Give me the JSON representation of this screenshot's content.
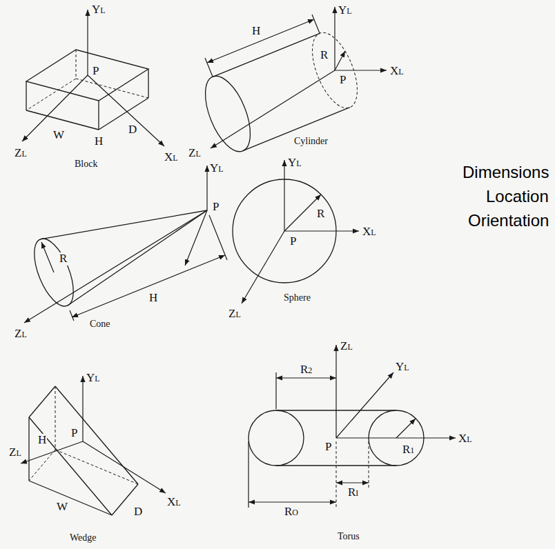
{
  "diagram": {
    "labels": [
      "YL",
      "P",
      "ZL",
      "XL",
      "W",
      "H",
      "D",
      "Block",
      "YL",
      "H",
      "R",
      "XL",
      "P",
      "ZL",
      "Cylinder",
      "Dimensions",
      "Location",
      "Orientation",
      "YL",
      "P",
      "R",
      "H",
      "ZL",
      "Cone",
      "YL",
      "R",
      "P",
      "XL",
      "ZL",
      "Sphere",
      "YL",
      "H",
      "P",
      "ZL",
      "W",
      "D",
      "XL",
      "Wedge",
      "ZL",
      "YL",
      "R2",
      "R1",
      "P",
      "XL",
      "RI",
      "RO",
      "Torus"
    ]
  }
}
